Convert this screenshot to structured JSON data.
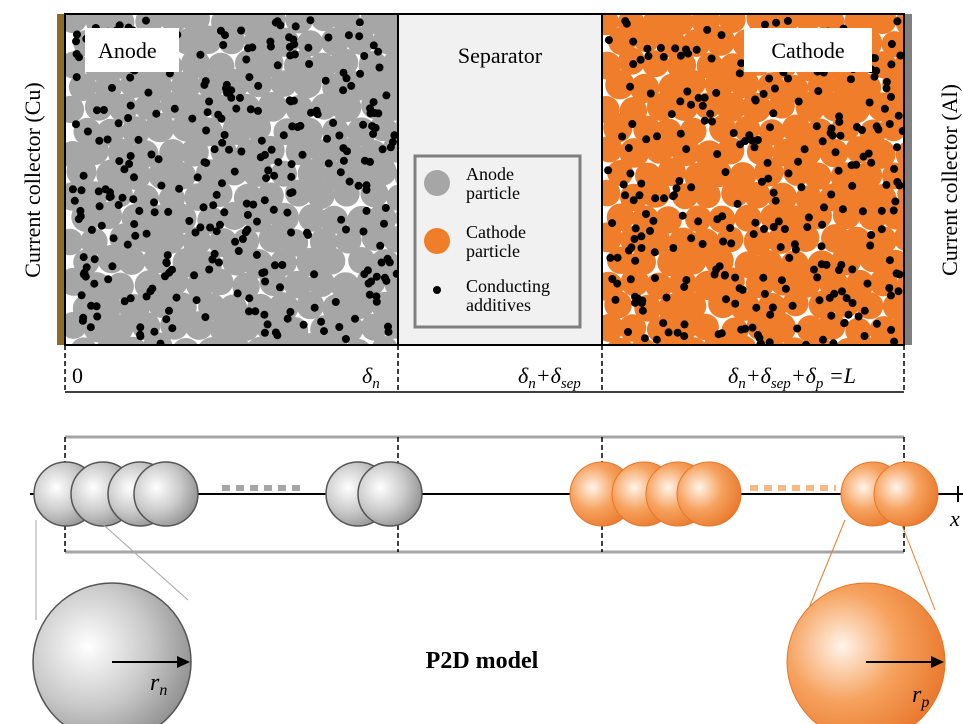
{
  "labels": {
    "left_collector": "Current collector (Cu)",
    "right_collector": "Current collector (Al)",
    "anode": "Anode",
    "separator": "Separator",
    "cathode": "Cathode",
    "model_title": "P2D model",
    "axis_x": "x"
  },
  "positions": {
    "zero": "0",
    "delta_n": "δ",
    "delta_n_sub": "n",
    "sep_main1": "δ",
    "sep_sub1": "n",
    "sep_plus": "+δ",
    "sep_sub2": "sep",
    "end_d1": "δ",
    "end_s1": "n",
    "end_p1": "+δ",
    "end_s2": "sep",
    "end_p2": "+δ",
    "end_s3": "p",
    "end_eq": " =L"
  },
  "legend": {
    "anode_line1": "Anode",
    "anode_line2": "particle",
    "cathode_line1": "Cathode",
    "cathode_line2": "particle",
    "additive_line1": "Conducting",
    "additive_line2": "additives"
  },
  "radii": {
    "rn_main": "r",
    "rn_sub": "n",
    "rp_main": "r",
    "rp_sub": "p"
  },
  "colors": {
    "anode_particle": "#a6a6a6",
    "cathode_particle": "#ef7d2a",
    "additive": "#000000",
    "cu_collector": "#8c6a2c",
    "al_collector": "#7f7f7f",
    "separator_bg": "#f1f1f1"
  }
}
